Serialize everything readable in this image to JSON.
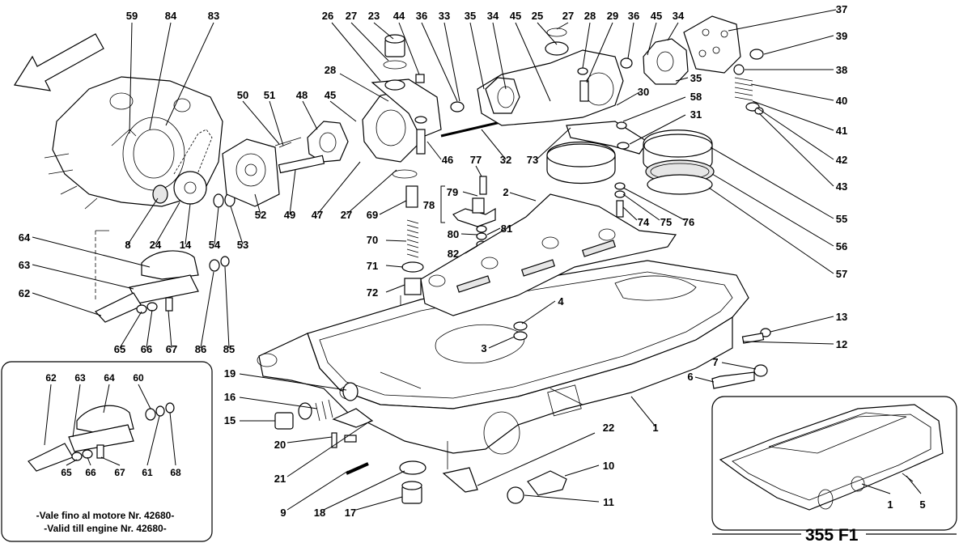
{
  "diagram": {
    "code": "355 F1",
    "note_line1": "-Vale fino al motore Nr. 42680-",
    "note_line2": "-Valid till engine Nr. 42680-",
    "labels": {
      "l59": "59",
      "l84": "84",
      "l83": "83",
      "l26": "26",
      "l27a": "27",
      "l23": "23",
      "l44": "44",
      "l36a": "36",
      "l33": "33",
      "l35a": "35",
      "l34a": "34",
      "l45a": "45",
      "l25": "25",
      "l27b": "27",
      "l28a": "28",
      "l29": "29",
      "l36b": "36",
      "l45b": "45",
      "l34b": "34",
      "l37": "37",
      "l39": "39",
      "l38": "38",
      "l35b": "35",
      "l40": "40",
      "l41": "41",
      "l42": "42",
      "l43": "43",
      "l28b": "28",
      "l50": "50",
      "l51": "51",
      "l48": "48",
      "l45c": "45",
      "l30": "30",
      "l58": "58",
      "l31": "31",
      "l46": "46",
      "l77": "77",
      "l32": "32",
      "l73": "73",
      "l79": "79",
      "l78": "78",
      "l2": "2",
      "l52": "52",
      "l49": "49",
      "l47": "47",
      "l27c": "27",
      "l69": "69",
      "l74": "74",
      "l75": "75",
      "l76": "76",
      "l55": "55",
      "l8": "8",
      "l24": "24",
      "l14": "14",
      "l54": "54",
      "l53": "53",
      "l80": "80",
      "l81": "81",
      "l70": "70",
      "l82": "82",
      "l56": "56",
      "l64a": "64",
      "l63a": "63",
      "l71": "71",
      "l57": "57",
      "l62a": "62",
      "l72": "72",
      "l4": "4",
      "l65a": "65",
      "l66a": "66",
      "l67a": "67",
      "l86": "86",
      "l85": "85",
      "l3": "3",
      "l13": "13",
      "l12": "12",
      "l7": "7",
      "l6": "6",
      "l19": "19",
      "l16": "16",
      "l15": "15",
      "l20": "20",
      "l1a": "1",
      "l22": "22",
      "l21": "21",
      "l10": "10",
      "l9": "9",
      "l18": "18",
      "l17": "17",
      "l11": "11",
      "l62b": "62",
      "l63b": "63",
      "l64b": "64",
      "l60": "60",
      "l65b": "65",
      "l66b": "66",
      "l67b": "67",
      "l61": "61",
      "l68": "68",
      "l1b": "1",
      "l5": "5"
    }
  }
}
